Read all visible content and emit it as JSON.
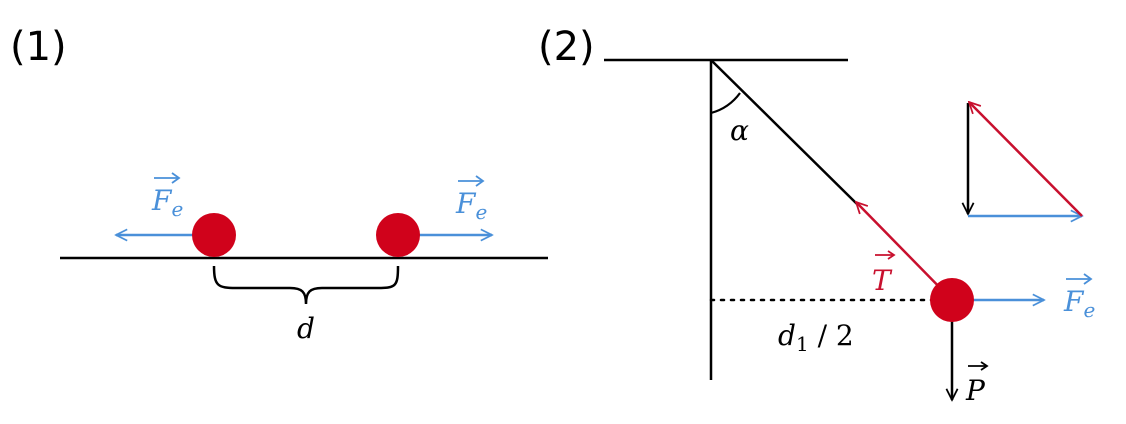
{
  "panels": [
    {
      "label": "(1)",
      "labels": {
        "force_left": "F",
        "force_right": "F",
        "force_subscript": "e",
        "distance": "d"
      }
    },
    {
      "label": "(2)",
      "labels": {
        "angle": "α",
        "tension": "T",
        "weight": "P",
        "force": "F",
        "force_subscript": "e",
        "half_distance_main": "d",
        "half_distance_subscript": "1",
        "half_distance_rest": " / 2"
      }
    }
  ],
  "colors": {
    "line": "#000000",
    "charge": "#d0021b",
    "electric_force": "#4a90d9",
    "tension": "#c8102e",
    "weight": "#000000"
  }
}
